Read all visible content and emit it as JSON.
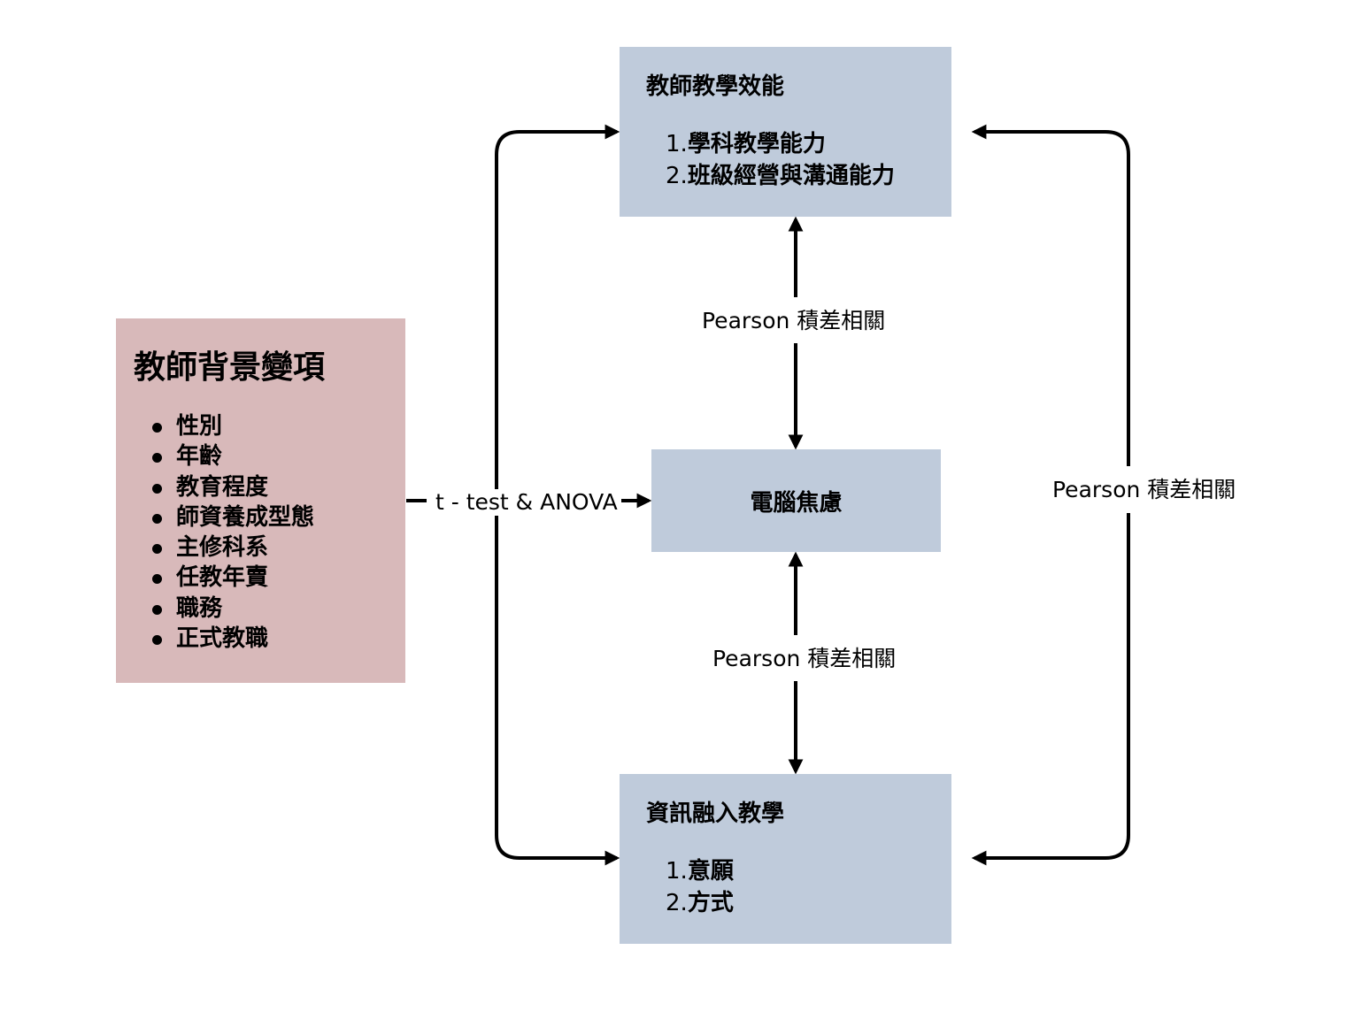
{
  "diagram": {
    "nodes": {
      "teaching_efficacy": {
        "title": "教師教學效能",
        "items": [
          {
            "num": "1.",
            "text": "學科教學能力"
          },
          {
            "num": "2.",
            "text": "班級經營與溝通能力"
          }
        ]
      },
      "computer_anxiety": {
        "title": "電腦焦慮"
      },
      "ict_integration": {
        "title": "資訊融入教學",
        "items": [
          {
            "num": "1.",
            "text": "意願"
          },
          {
            "num": "2.",
            "text": "方式"
          }
        ]
      },
      "teacher_background": {
        "title": "教師背景變項",
        "items": [
          "性別",
          "年齡",
          "教育程度",
          "師資養成型態",
          "主修科系",
          "任教年賣",
          "職務",
          "正式教職"
        ]
      }
    },
    "edges": [
      {
        "from": "teacher_background",
        "to": "computer_anxiety",
        "label": "t - test & ANOVA"
      },
      {
        "from": "teacher_background",
        "to": "teaching_efficacy",
        "label": ""
      },
      {
        "from": "teacher_background",
        "to": "ict_integration",
        "label": ""
      },
      {
        "from": "teaching_efficacy",
        "to": "computer_anxiety",
        "label": "Pearson 積差相關",
        "bidirectional": true
      },
      {
        "from": "computer_anxiety",
        "to": "ict_integration",
        "label": "Pearson 積差相關",
        "bidirectional": true
      },
      {
        "from": "teaching_efficacy",
        "to": "ict_integration",
        "label": "Pearson 積差相關",
        "bidirectional": true
      }
    ],
    "colors": {
      "outcome_box": "#bfcbdb",
      "background_box": "#d8b9ba",
      "line": "#000000"
    }
  }
}
